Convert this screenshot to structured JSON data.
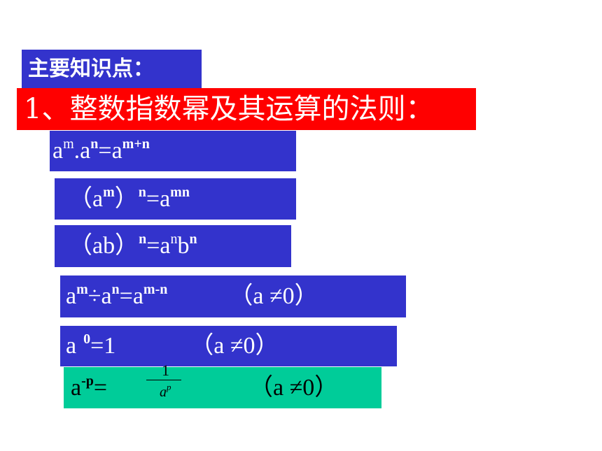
{
  "heading": "主要知识点：",
  "title": "1、整数指数幂及其运算的法则：",
  "rules": {
    "r1": {
      "base": "a",
      "exp_m": "m",
      "dot": ".",
      "base2": "a",
      "exp_n": "n",
      "eq": "=",
      "base3": "a",
      "exp_sum": "m+n"
    },
    "r2": {
      "open": "（a",
      "exp_m": "m",
      "close": "）",
      "exp_n": "n",
      "eq": "=a",
      "exp_mn": "mn"
    },
    "r3": {
      "open": "（ab）",
      "exp_n": "n",
      "eq": "=a",
      "exp_n2": "n",
      "b": "b",
      "exp_n3": "n"
    },
    "r4": {
      "base": "a",
      "exp_m": "m",
      "op": "÷",
      "base2": "a",
      "exp_n": "n",
      "eq": "=a",
      "exp_diff": "m-n",
      "cond": "（a ≠0）"
    },
    "r5": {
      "base": "a",
      "exp_0": "0",
      "eq": "=1",
      "cond": "（a ≠0）"
    },
    "r6": {
      "base": "a",
      "exp_p": "-p",
      "eq": "=",
      "num": "1",
      "den_base": "a",
      "den_exp": "p",
      "cond": "（a ≠0）"
    }
  }
}
